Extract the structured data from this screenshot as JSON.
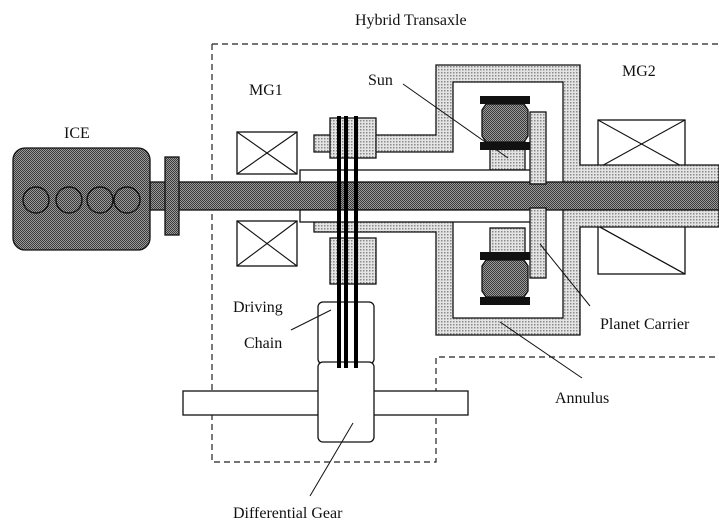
{
  "labels": {
    "title": "Hybrid Transaxle",
    "ice": "ICE",
    "mg1": "MG1",
    "sun": "Sun",
    "mg2": "MG2",
    "driving_chain_line1": "Driving",
    "driving_chain_line2": "Chain",
    "planet_carrier": "Planet Carrier",
    "annulus": "Annulus",
    "differential_gear": "Differential Gear"
  }
}
